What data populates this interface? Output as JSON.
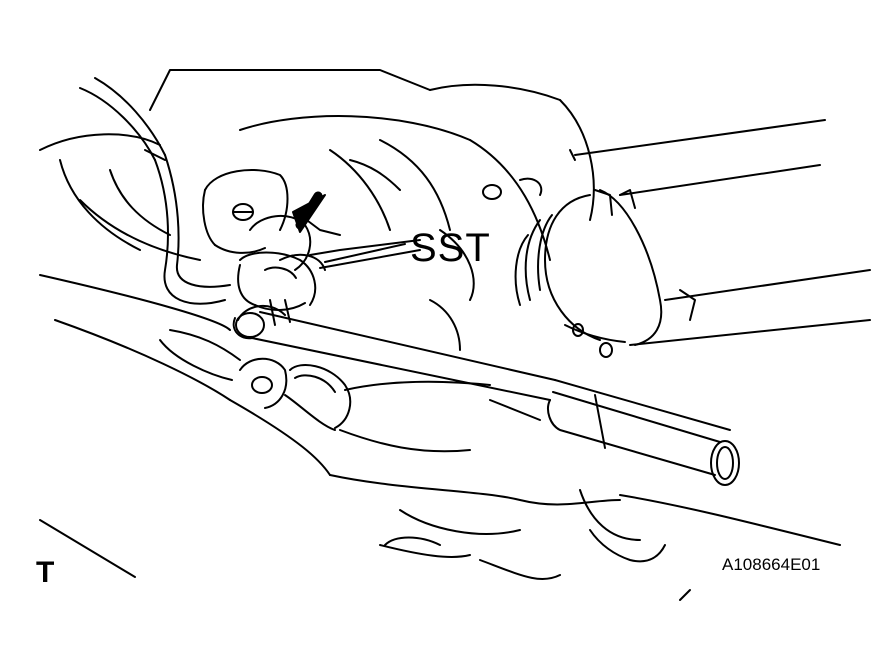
{
  "figure": {
    "callout_label": "SST",
    "view_letter": "T",
    "figure_code": "A108664E01"
  },
  "style": {
    "ink_color": "#000000",
    "background_color": "#ffffff"
  },
  "icons": [
    "arrow-down-icon"
  ]
}
